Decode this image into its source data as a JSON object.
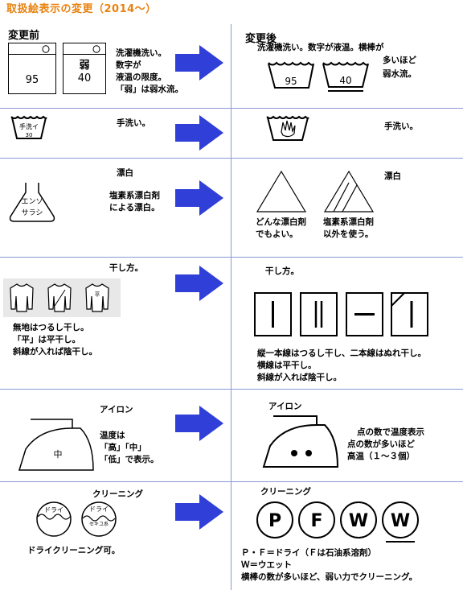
{
  "title": "取扱絵表示の変更（2014～）",
  "headers": {
    "before": "変更前",
    "after": "変更後"
  },
  "washing": {
    "before_boxes": [
      "95",
      "弱",
      "40"
    ],
    "before_text": [
      "洗濯機洗い。",
      "数字が",
      "液温の限度。",
      "「弱」は弱水流。"
    ],
    "after_text": [
      "洗濯機洗い。数字が液温。横棒が",
      "多いほど",
      "弱水流。"
    ],
    "after_tubs": [
      "95",
      "40"
    ]
  },
  "handwash": {
    "before_label": "手洗イ",
    "before_temp": "30",
    "before_text": "手洗い。",
    "after_text": "手洗い。"
  },
  "bleach": {
    "before_title": "漂白",
    "before_flask": [
      "エンソ",
      "サラシ"
    ],
    "before_text": [
      "塩素系漂白剤",
      "による漂白。"
    ],
    "after_title": "漂白",
    "after_text_1": [
      "どんな漂白剤",
      "でもよい。"
    ],
    "after_text_2": [
      "塩素系漂白剤",
      "以外を使う。"
    ]
  },
  "drying": {
    "before_title": "干し方。",
    "before_flat": "平",
    "before_text": [
      "無地はつるし干し。",
      "「平」は平干し。",
      "斜線が入れば陰干し。"
    ],
    "after_title": "干し方。",
    "after_text": [
      "縦一本線はつるし干し、二本線はぬれ干し。",
      "横線は平干し。",
      "斜線が入れば陰干し。"
    ]
  },
  "ironing": {
    "before_title": "アイロン",
    "before_iron_label": "中",
    "before_text": [
      "温度は",
      "「高」「中」",
      "「低」で表示。"
    ],
    "after_title": "アイロン",
    "after_text": [
      "点の数で温度表示",
      "点の数が多いほど",
      "高温（１～３個）"
    ]
  },
  "drycleaning": {
    "before_title": "クリーニング",
    "before_circle_1": "ドライ",
    "before_circle_2": [
      "ドライ",
      "セキユ系"
    ],
    "before_text": "ドライクリーニング可。",
    "after_title": "クリーニング",
    "after_circles": [
      "P",
      "F",
      "W",
      "W"
    ],
    "after_text": [
      "Ｐ・Ｆ＝ドライ（Ｆは石油系溶剤）",
      "Ｗ＝ウエット",
      "横棒の数が多いほど、弱い力でクリーニング。"
    ]
  },
  "colors": {
    "title": "#e8820e",
    "arrow": "#2f3fd8",
    "divider": "#8a98d6"
  },
  "icons": [
    "right-arrow-icon",
    "wash-tub-icon",
    "hand-wash-icon",
    "flask-icon",
    "triangle-icon",
    "shirt-icon",
    "dry-square-icon",
    "iron-icon",
    "circle-icon"
  ]
}
